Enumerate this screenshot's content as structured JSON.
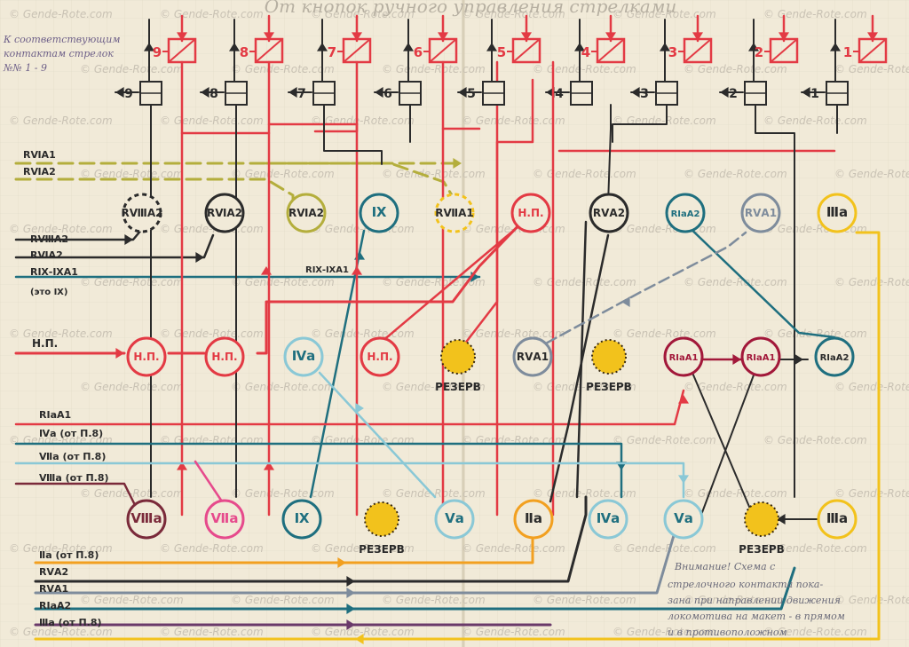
{
  "title": "От кнопок ручного управления стрелками",
  "corner_note": [
    "К соответствующим",
    "контактам стрелок",
    "№№ 1 - 9"
  ],
  "watermark": "© Gende-Rote.com",
  "switch_numbers": [
    "9",
    "8",
    "7",
    "6",
    "5",
    "4",
    "3",
    "2",
    "1"
  ],
  "relay_numbers": [
    "9",
    "8",
    "7",
    "6",
    "5",
    "4",
    "3",
    "2",
    "1"
  ],
  "left_inputs": {
    "top": [
      "RⅥA1",
      "RⅥA2"
    ],
    "mid": [
      "RⅧA2",
      "RⅥA2",
      "RⅨ-ⅨA1",
      "(это Ⅸ)"
    ],
    "np": "Н.П.",
    "low": [
      "RⅠaA1",
      "Ⅳa (от П.8)",
      "Ⅶa (от П.8)",
      "Ⅷa (от П.8)"
    ],
    "bottom": [
      "Ⅱa (от П.8)",
      "RⅤA2",
      "RⅤA1",
      "RⅠaA2",
      "Ⅲa (от П.8)"
    ]
  },
  "wire_label": "RⅨ-ⅨA1",
  "nodes": {
    "row1": [
      "RⅧA2",
      "RⅥA2",
      "RⅥA2",
      "Ⅸ",
      "RⅦA1",
      "Н.П.",
      "RⅤA2",
      "RⅠaA2",
      "RⅤA1",
      "Ⅲa"
    ],
    "row2": [
      "Н.П.",
      "Н.П.",
      "Ⅳa",
      "Н.П.",
      "",
      "RⅤA1",
      "",
      "RⅠaA1",
      "RⅠaA1",
      "RⅠaA2"
    ],
    "row3": [
      "Ⅷa",
      "Ⅶa",
      "Ⅸ",
      "",
      "Ⅴa",
      "Ⅱa",
      "Ⅳa",
      "Ⅴa",
      "",
      "Ⅲa"
    ]
  },
  "reserve": "РЕЗЕРВ",
  "attention_note": [
    "Внимание! Схема с",
    "стрелочного контакта пока-",
    "зана при направлении движения",
    "локомотива на макет - в прямом",
    "и в противоположном"
  ],
  "colors": {
    "red": "#e33a44",
    "black": "#2b2b2b",
    "olive": "#b4ae3c",
    "teal": "#1f6f7f",
    "lightblue": "#8ac8d6",
    "orange": "#f2a020",
    "gold": "#f2c21c",
    "darkred": "#a2183a",
    "pink": "#e64a8c",
    "gray": "#7e8c9c",
    "brown": "#7a2a3a",
    "purple": "#6a3a6a"
  }
}
